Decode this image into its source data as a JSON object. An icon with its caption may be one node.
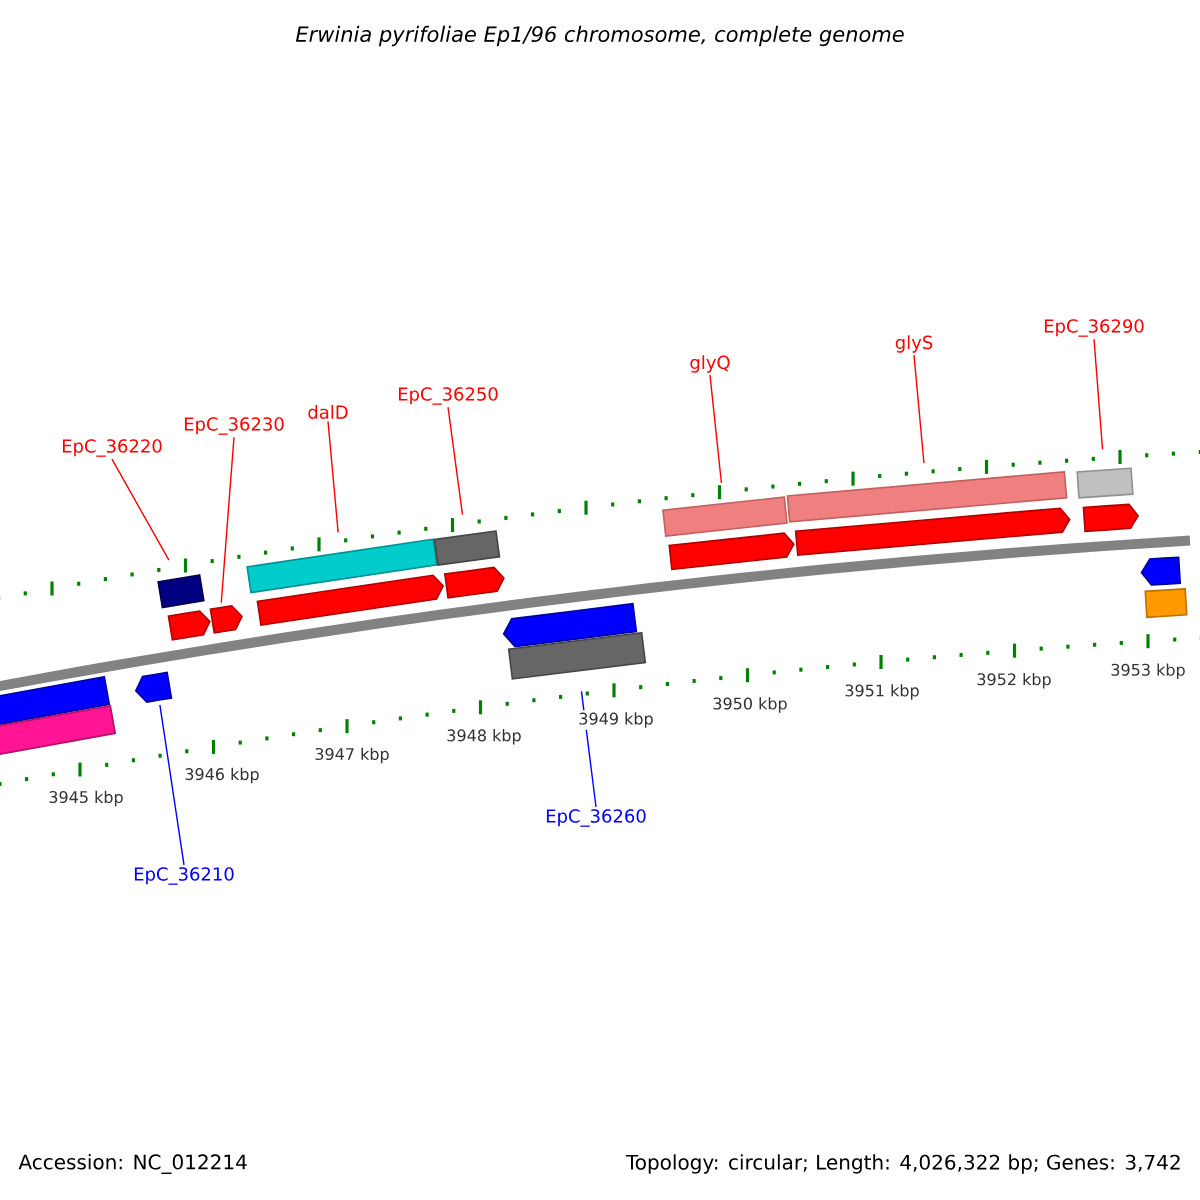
{
  "diagram": {
    "title": "*Erwinia pyrifoliae* Ep1/96 chromosome, complete genome",
    "nodes": [
      {
        "text": [
          "EpC_36220"
        ]
      },
      {
        "text": [
          "EpC_36230"
        ]
      },
      {
        "text": [
          "dalD"
        ]
      },
      {
        "text": [
          "EpC_36250"
        ]
      },
      {
        "text": [
          "glyQ"
        ]
      },
      {
        "text": [
          "glyS"
        ]
      },
      {
        "text": [
          "EpC_36290"
        ]
      },
      {
        "text": [
          "EpC_36210"
        ]
      },
      {
        "text": [
          "EpC_36260"
        ]
      },
      {
        "text": [],
        "shape": "bar"
      },
      {
        "text": [],
        "shape": "bar"
      },
      {
        "text": [],
        "shape": "pentagon"
      },
      {
        "text": [],
        "shape": "bar"
      },
      {
        "text": [],
        "shape": "pentagon"
      },
      {
        "text": [],
        "shape": "pentagon"
      },
      {
        "text": [],
        "shape": "bar"
      },
      {
        "text": [],
        "shape": "pentagon"
      },
      {
        "text": [],
        "shape": "bar"
      },
      {
        "text": [],
        "shape": "pentagon"
      },
      {
        "text": [],
        "shape": "pentagon"
      },
      {
        "text": [],
        "shape": "bar"
      },
      {
        "text": [],
        "shape": "bar"
      },
      {
        "text": [],
        "shape": "pentagon"
      },
      {
        "text": [],
        "shape": "bar"
      },
      {
        "text": [],
        "shape": "pentagon"
      },
      {
        "text": [],
        "shape": "bar"
      },
      {
        "text": [],
        "shape": "pentagon"
      },
      {
        "text": [],
        "shape": "pentagon"
      },
      {
        "text": [],
        "shape": "bar"
      }
    ],
    "edges": [
      {
        "from": 0,
        "to": 12,
        "arrow": "none"
      },
      {
        "from": 1,
        "to": 14,
        "arrow": "none"
      },
      {
        "from": 2,
        "to": 15,
        "arrow": "none"
      },
      {
        "from": 3,
        "to": 17,
        "arrow": "none"
      },
      {
        "from": 4,
        "to": 21,
        "arrow": "none"
      },
      {
        "from": 5,
        "to": 23,
        "arrow": "none"
      },
      {
        "from": 6,
        "to": 25,
        "arrow": "none"
      },
      {
        "from": 7,
        "to": 11,
        "arrow": "none",
        "color": "#0000ff"
      },
      {
        "from": 8,
        "to": 20,
        "arrow": "none",
        "color": "#0000ff"
      }
    ],
    "labels": [
      "3945 kbp",
      "3946 kbp",
      "3947 kbp",
      "3948 kbp",
      "3949 kbp",
      "3950 kbp",
      "3951 kbp",
      "3952 kbp",
      "3953 kbp",
      "Accession: NC_012214",
      "Topology: circular; Length: 4,026,322 bp; Genes: 3,742"
    ]
  }
}
